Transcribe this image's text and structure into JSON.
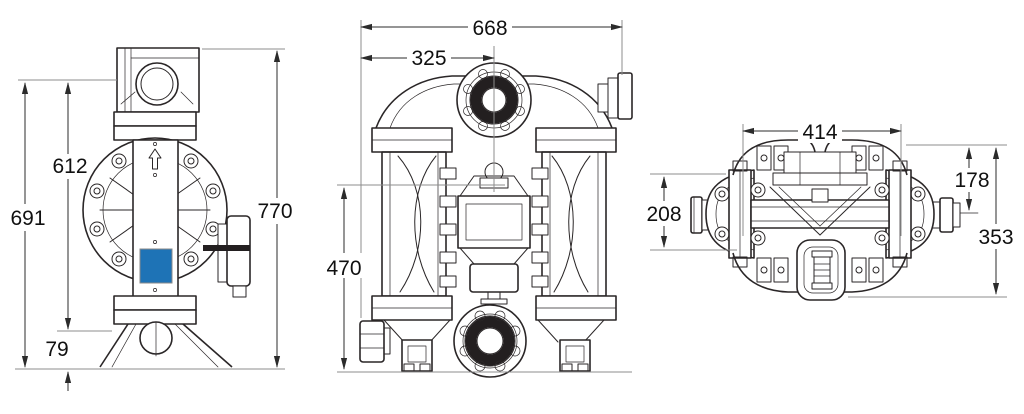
{
  "drawing": {
    "subject": "air-operated double diaphragm pump - three-view dimensional drawing",
    "colors": {
      "line": "#2a2627",
      "accent_blue": "#1e73b6",
      "background": "#ffffff"
    }
  },
  "dimensions": {
    "front": {
      "overall_height": "770",
      "body_height": "691",
      "flange_span": "612",
      "base_clearance": "79"
    },
    "side": {
      "overall_width": "668",
      "center_offset": "325",
      "fluid_section_height": "470"
    },
    "top": {
      "clamp_width": "414",
      "body_depth": "208",
      "port_center_depth": "178",
      "overall_depth": "353"
    }
  }
}
